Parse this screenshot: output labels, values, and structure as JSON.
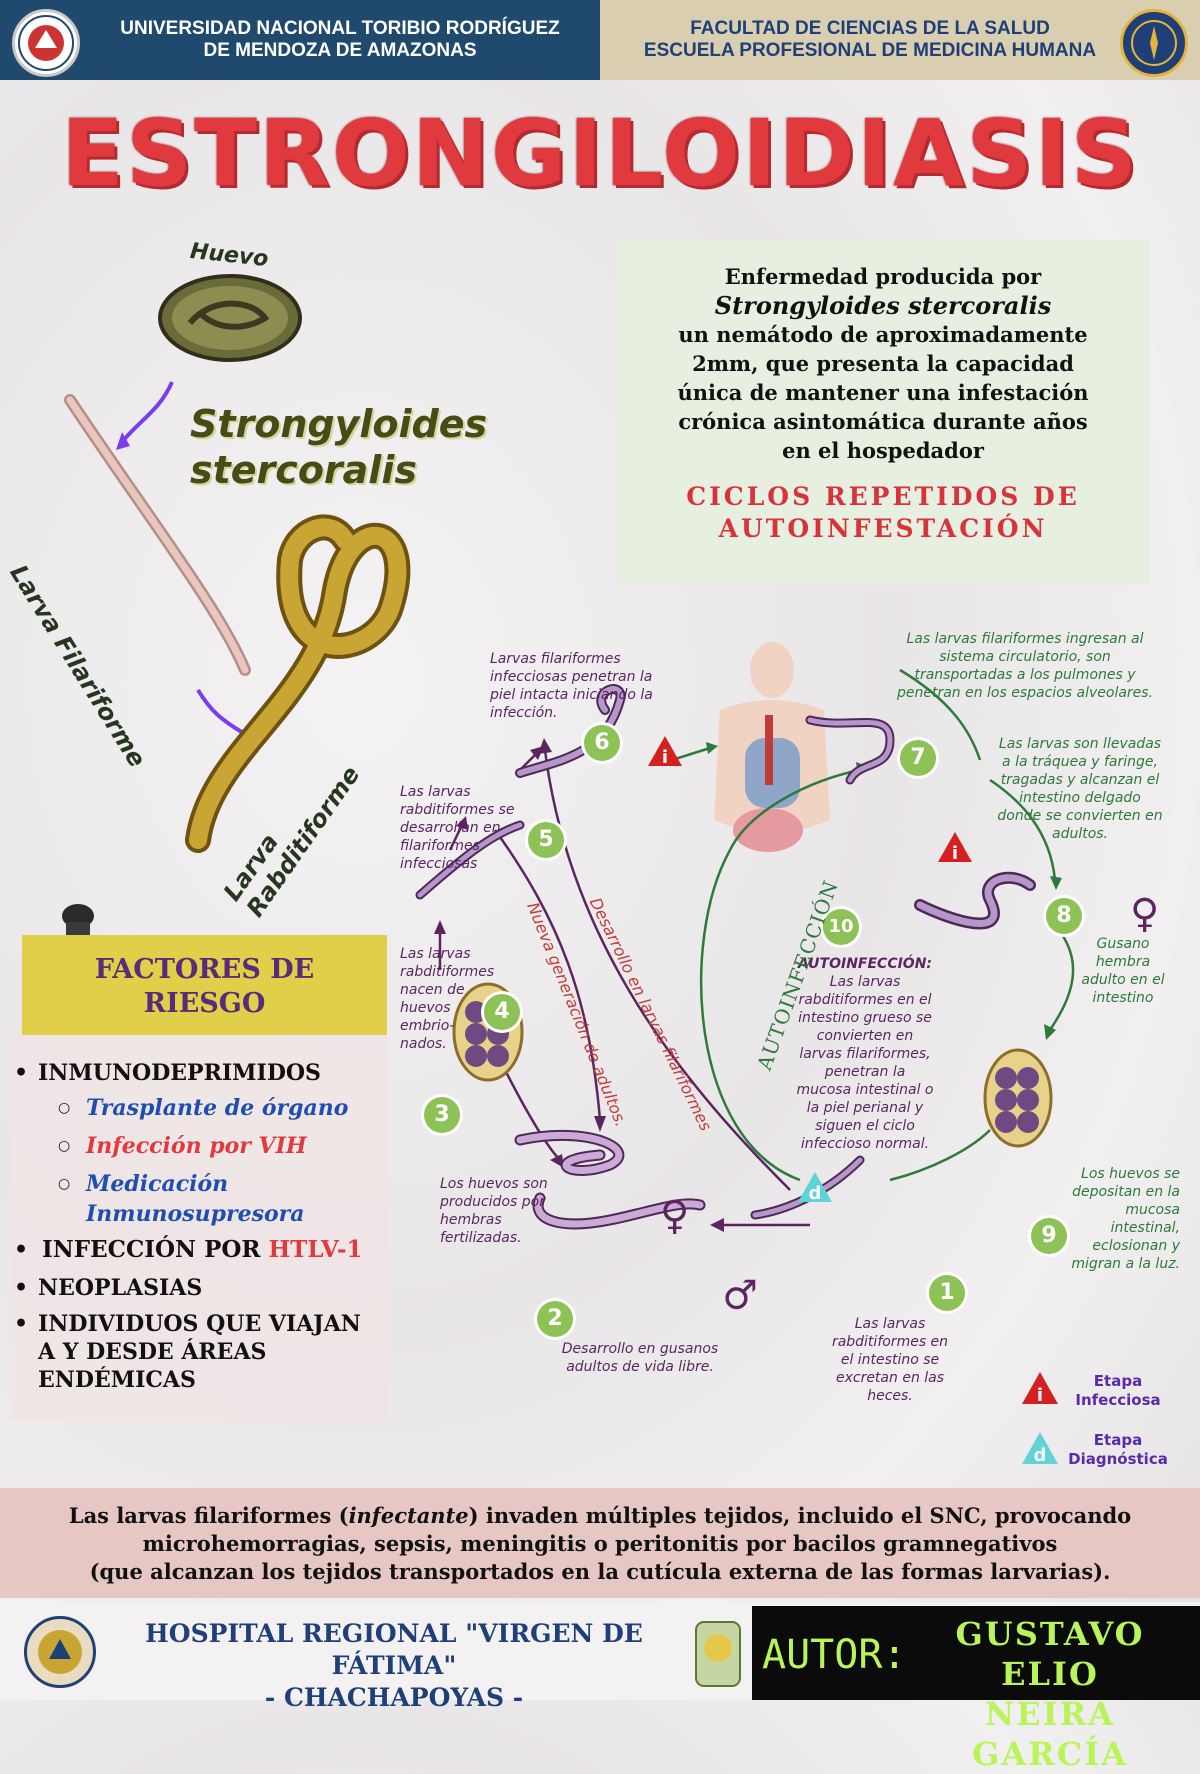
{
  "header": {
    "left": [
      "UNIVERSIDAD NACIONAL TORIBIO RODRÍGUEZ",
      "DE MENDOZA DE AMAZONAS"
    ],
    "right": [
      "FACULTAD DE CIENCIAS DE LA SALUD",
      "ESCUELA PROFESIONAL DE MEDICINA HUMANA"
    ]
  },
  "title": "ESTRONGILOIDIASIS",
  "parasite": {
    "egg_label": "Huevo",
    "name_1": "Strongyloides",
    "name_2": "stercoralis",
    "filariform_label": "Larva Filariforme",
    "rhabditiform_label": "Larva Rabditiforme"
  },
  "info": {
    "line1": "Enfermedad producida por",
    "sci_name": "Strongyloides stercoralis",
    "lines": [
      "un nemátodo de aproximadamente",
      "2mm, que presenta la capacidad",
      "única de mantener una infestación",
      "crónica asintomática durante años",
      "en el hospedador"
    ],
    "cycles": [
      "CICLOS REPETIDOS DE",
      "AUTOINFESTACIÓN"
    ]
  },
  "cycle": {
    "step1": [
      "Las larvas",
      "rabditiformes en",
      "el intestino se",
      "excretan en las",
      "heces."
    ],
    "step2": [
      "Desarrollo en gusanos",
      "adultos de vida libre."
    ],
    "step3": [
      "Los huevos son",
      "producidos por",
      "hembras",
      "fertilizadas."
    ],
    "step4": [
      "Las larvas",
      "rabditiformes",
      "nacen de",
      "huevos",
      "embrio-",
      "nados."
    ],
    "step5": [
      "Las larvas",
      "rabditiformes se",
      "desarrollan en",
      "filariformes",
      "infecciosas"
    ],
    "step6": [
      "Larvas filariformes",
      "infecciosas penetran la",
      "piel intacta iniciando la",
      "infección."
    ],
    "step7a": [
      "Las larvas filariformes ingresan al",
      "sistema circulatorio, son",
      "transportadas a los pulmones y",
      "penetran en los espacios alveolares."
    ],
    "step7b": [
      "Las larvas son llevadas",
      "a la tráquea y faringe,",
      "tragadas y alcanzan el",
      "intestino delgado",
      "donde se convierten en",
      "adultos."
    ],
    "step8": [
      "Gusano",
      "hembra",
      "adulto en el",
      "intestino"
    ],
    "step9": [
      "Los huevos se",
      "depositan en la",
      "mucosa",
      "intestinal,",
      "eclosionan y",
      "migran a la luz."
    ],
    "step10_title": "AUTOINFECCIÓN:",
    "step10": [
      "Las larvas",
      "rabditiformes en el",
      "intestino grueso se",
      "convierten en",
      "larvas filariformes,",
      "penetran la",
      "mucosa intestinal o",
      "la piel perianal y",
      "siguen el ciclo",
      "infeccioso normal."
    ],
    "arc_new_gen": "Nueva generación de adultos.",
    "arc_dev_filar": "Desarrollo en larvas filariformes",
    "arc_autoinf": "AUTOINFECCIÓN",
    "numbers": [
      "1",
      "2",
      "3",
      "4",
      "5",
      "6",
      "7",
      "8",
      "9",
      "10"
    ],
    "female_symbol": "♀",
    "male_symbol": "♂"
  },
  "legend": {
    "infective_icon": "i",
    "infective": [
      "Etapa",
      "Infecciosa"
    ],
    "diagnostic_icon": "d",
    "diagnostic": [
      "Etapa",
      "Diagnóstica"
    ]
  },
  "risk": {
    "title": [
      "FACTORES DE",
      "RIESGO"
    ],
    "immuno": "INMUNODEPRIMIDOS",
    "sub1": "Trasplante de órgano",
    "sub2": "Infección por VIH",
    "sub3a": "Medicación",
    "sub3b": "Inmunosupresora",
    "htlv_prefix": "INFECCIÓN POR",
    "htlv_red": "HTLV-1",
    "neoplasia": "NEOPLASIAS",
    "travel": [
      "INDIVIDUOS QUE VIAJAN",
      "A Y DESDE ÁREAS",
      "ENDÉMICAS"
    ]
  },
  "bottom": {
    "line1_a": "Las larvas filariformes (",
    "line1_b": "infectante",
    "line1_c": ") invaden múltiples tejidos, incluido el SNC, provocando",
    "line2": "microhemorragias, sepsis, meningitis o peritonitis por bacilos gramnegativos",
    "line3": "(que alcanzan los tejidos transportados en la cutícula externa de las formas larvarias)."
  },
  "footer": {
    "hospital": "HOSPITAL REGIONAL \"VIRGEN DE FÁTIMA\"",
    "city": "- CHACHAPOYAS -",
    "author_label": "AUTOR:",
    "author_1": "GUSTAVO ELIO",
    "author_2": "NEIRA GARCÍA"
  },
  "colors": {
    "title_red": "#e0393e",
    "header_blue": "#1f4a6e",
    "header_tan": "#d9cfb0",
    "step_green": "#8cc256",
    "purple": "#5b2560",
    "author_green": "#b9f55a"
  }
}
